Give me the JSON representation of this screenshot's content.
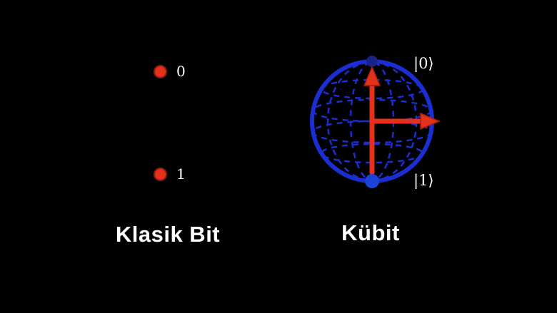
{
  "background": "#000000",
  "colors": {
    "text": "#ffffff",
    "bit_red": "#e5301b",
    "bit_red_dark": "#8c1d10",
    "sphere_blue": "#1b2ed1",
    "pole_top_blue": "#1b2387",
    "pole_bottom_blue": "#1c43d9",
    "arrow_red": "#e5301b",
    "arrow_outline": "#a32112"
  },
  "classical_bit": {
    "title": "Klasik Bit",
    "states": [
      {
        "value": "0"
      },
      {
        "value": "1"
      }
    ]
  },
  "qubit": {
    "title": "Kübit",
    "ket_top": "|0⟩",
    "ket_bottom": "|1⟩"
  }
}
